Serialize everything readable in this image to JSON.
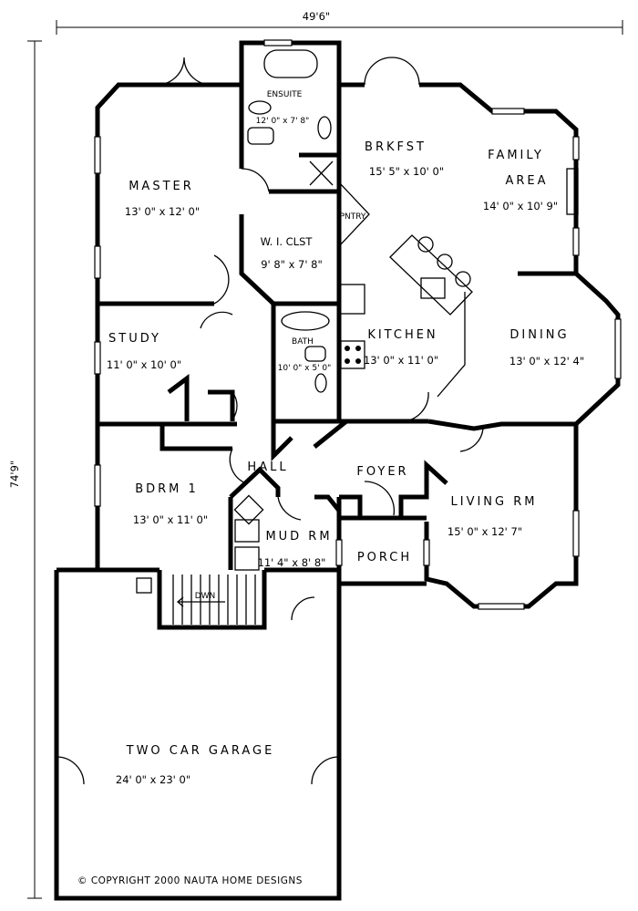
{
  "dimensions": {
    "width": "49'6\"",
    "depth": "74'9\""
  },
  "rooms": [
    {
      "name": "ENSUITE",
      "size": "12' 0\" x 7' 8\""
    },
    {
      "name": "MASTER",
      "size": "13' 0\" x 12' 0\""
    },
    {
      "name": "BRKFST",
      "size": "15' 5\" x 10' 0\""
    },
    {
      "name": "FAMILY AREA",
      "size": "14' 0\" x 10' 9\""
    },
    {
      "name": "PNTRY"
    },
    {
      "name": "W. I. CLST",
      "size": "9' 8\" x 7' 8\""
    },
    {
      "name": "STUDY",
      "size": "11' 0\" x 10' 0\""
    },
    {
      "name": "BATH",
      "size": "10' 0\" x 5' 0\""
    },
    {
      "name": "KITCHEN",
      "size": "13' 0\" x 11' 0\""
    },
    {
      "name": "DINING",
      "size": "13' 0\" x 12' 4\""
    },
    {
      "name": "HALL"
    },
    {
      "name": "FOYER"
    },
    {
      "name": "BDRM 1",
      "size": "13' 0\" x 11' 0\""
    },
    {
      "name": "LIVING RM",
      "size": "15' 0\" x 12' 7\""
    },
    {
      "name": "MUD RM",
      "size": "11' 4\" x 8' 8\""
    },
    {
      "name": "PORCH"
    },
    {
      "name": "TWO CAR GARAGE",
      "size": "24' 0\" x 23' 0\""
    }
  ],
  "family_line1": "FAMILY",
  "family_line2": "AREA",
  "stair_label": "DWN",
  "copyright": "© COPYRIGHT 2000 NAUTA HOME DESIGNS"
}
